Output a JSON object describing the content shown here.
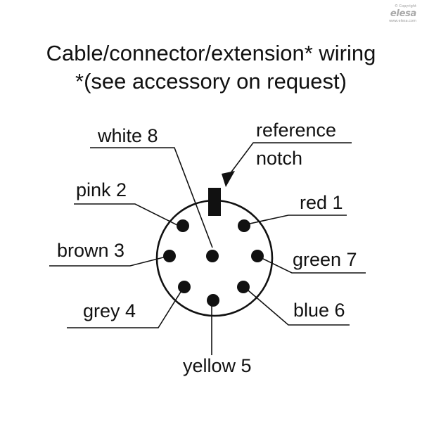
{
  "title": {
    "line1": "Cable/connector/extension* wiring",
    "line2": "*(see accessory on request)"
  },
  "logo": {
    "copyright": "© Copyright",
    "brand": "elesa",
    "url": "www.elesa.com"
  },
  "labels": {
    "white": "white 8",
    "reference_line1": "reference",
    "reference_line2": "notch",
    "pink": "pink 2",
    "red": "red 1",
    "brown": "brown 3",
    "green": "green 7",
    "grey": "grey 4",
    "blue": "blue 6",
    "yellow": "yellow 5"
  },
  "colors": {
    "ink": "#111111",
    "logo": "#a9a9a9"
  }
}
